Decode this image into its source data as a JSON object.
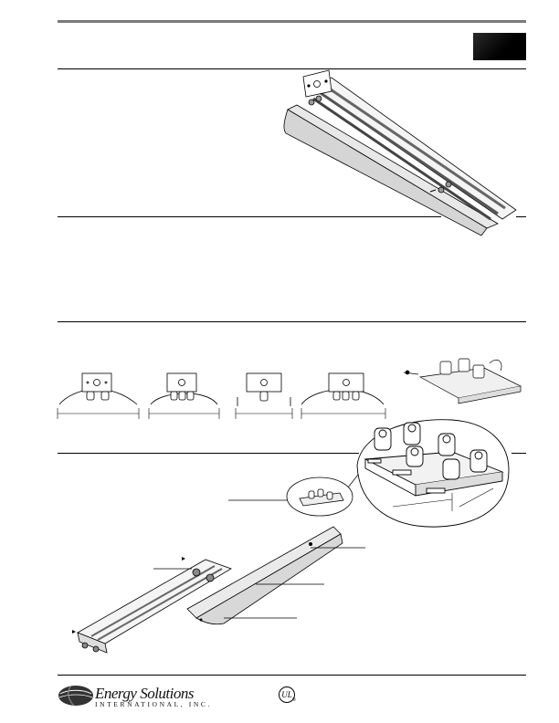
{
  "footer": {
    "company_name": "Energy Solutions",
    "company_subtitle": "INTERNATIONAL, INC.",
    "cert_mark": "UL"
  },
  "colors": {
    "rule": "#000000",
    "header_block": "#111111",
    "top_rule": "#7a7a7a"
  },
  "icons": {
    "logo": "globe-logo",
    "certification": "ul-listed-mark"
  }
}
